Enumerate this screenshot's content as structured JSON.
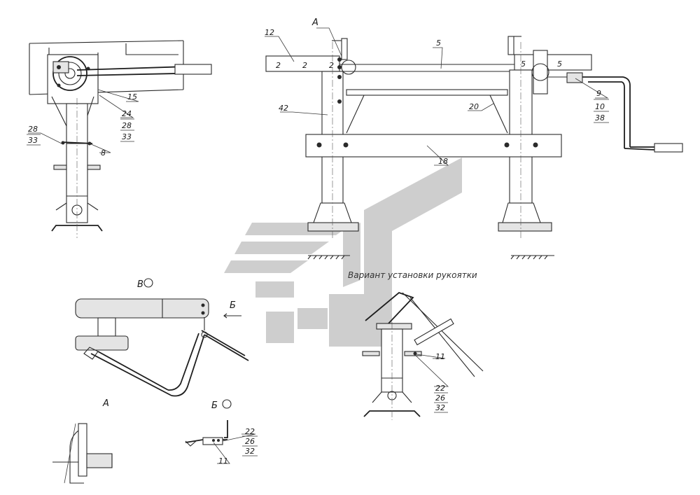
{
  "caption": "Вариант установки рукоятки",
  "views": {
    "A_marker": "А",
    "A_detail": "А",
    "B_view": "В",
    "B_arrow": "Б",
    "Bd_view": "Б"
  },
  "callouts": {
    "c12": "12",
    "c5": "5",
    "c42": "42",
    "c20": "20",
    "c18": "18",
    "c9": "9",
    "c10": "10",
    "c38": "38",
    "c15": "15",
    "c24": "24",
    "c28a": "28",
    "c33a": "33",
    "c28b": "28",
    "c33b": "33",
    "c8": "8",
    "c11a": "11",
    "c22a": "22",
    "c26a": "26",
    "c32a": "32",
    "c11b": "11",
    "c22b": "22",
    "c26b": "26",
    "c32b": "32"
  },
  "marks": {
    "m1": "2",
    "m2": "2",
    "m3": "2",
    "m4": "5",
    "m5": "5"
  }
}
